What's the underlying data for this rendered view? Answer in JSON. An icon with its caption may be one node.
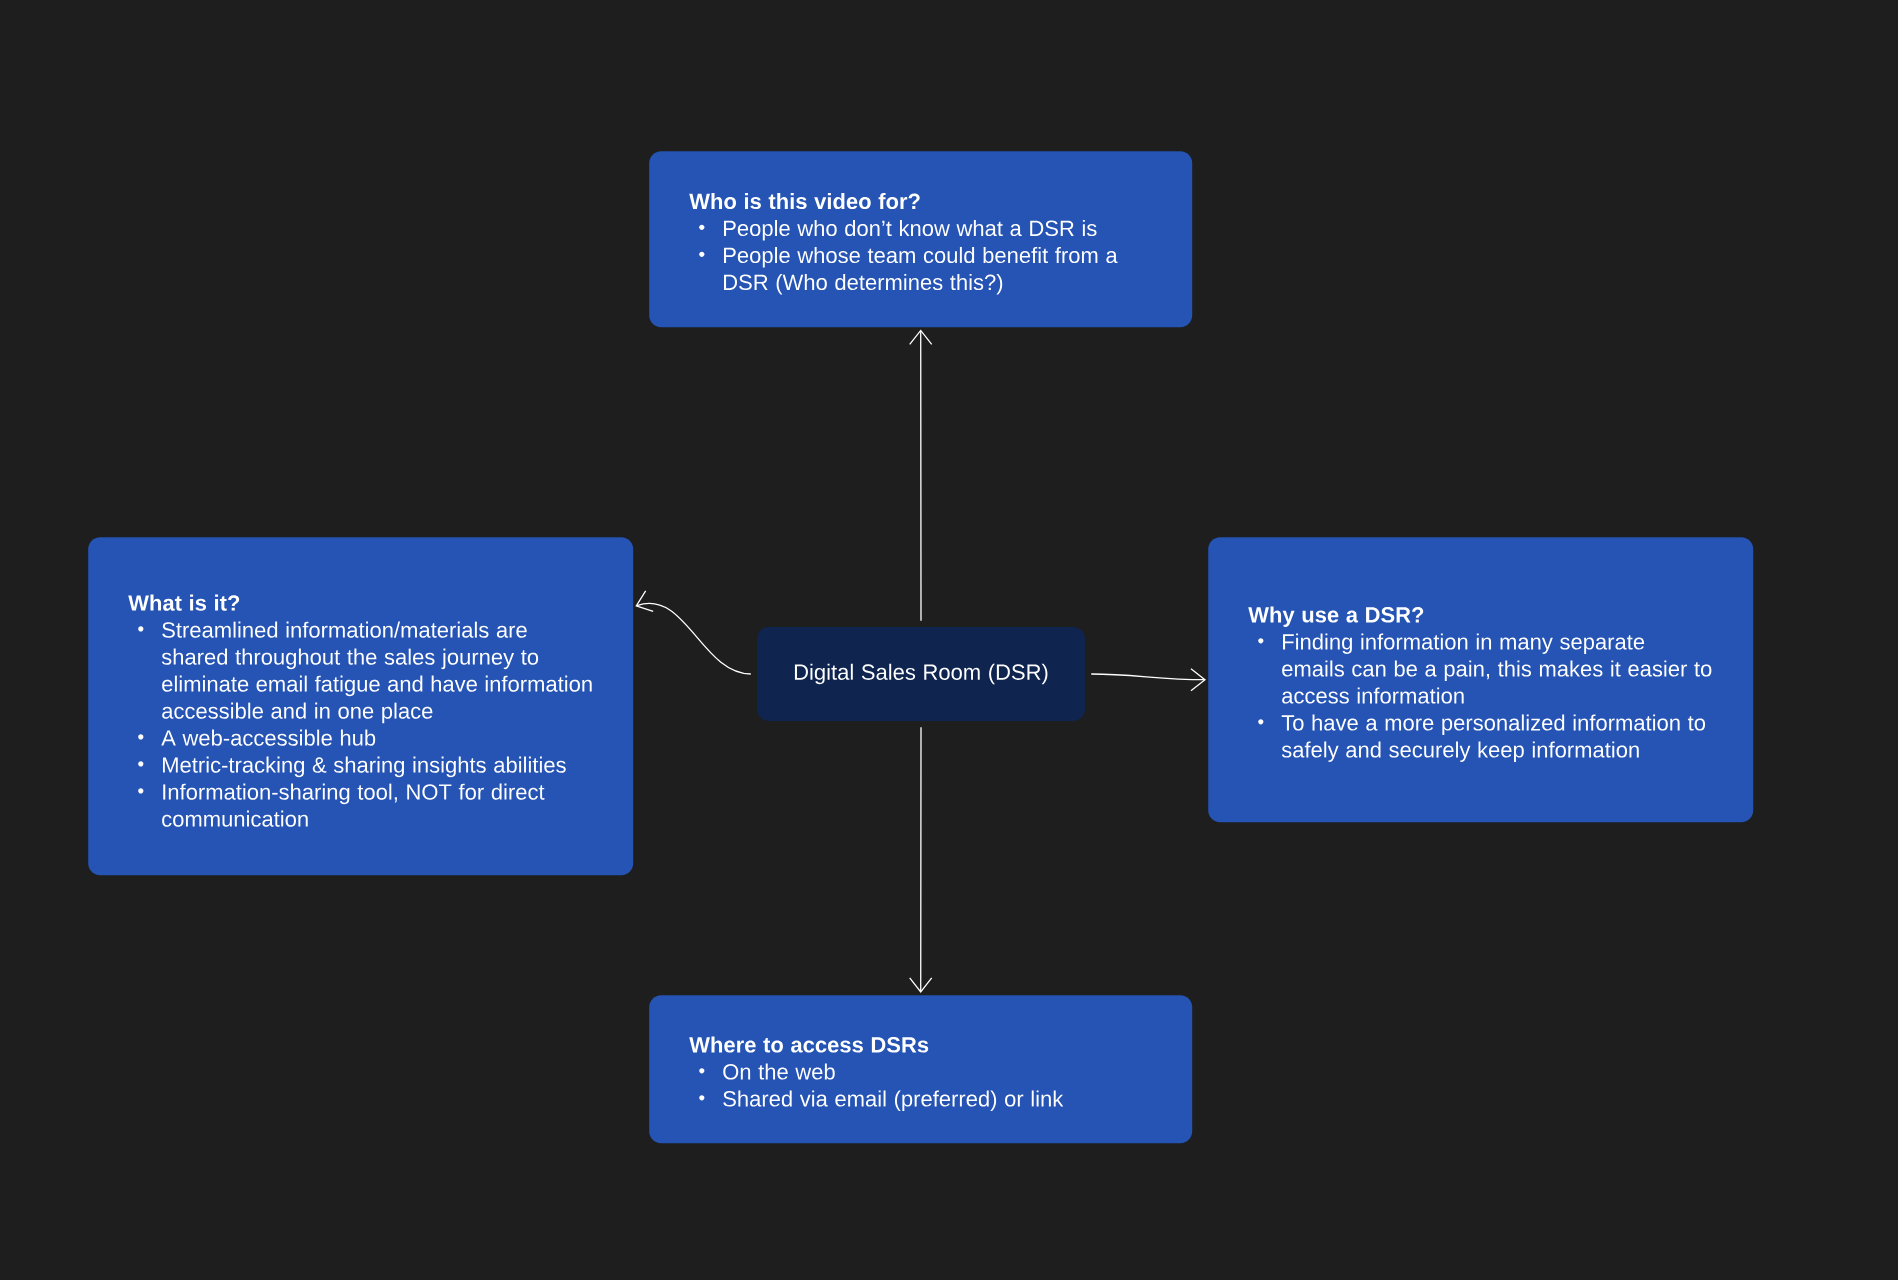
{
  "diagram": {
    "nodes": [
      {
        "text": [
          "Who is this video for?",
          "People who don’t know what a DSR is",
          "People whose team could benefit from a DSR (Who determines this?)"
        ]
      },
      {
        "text": [
          "What is it?",
          "Streamlined information/materials are shared throughout the sales journey to eliminate email fatigue and have information accessible and in one place",
          "A web-accessible hub",
          "Metric-tracking & sharing insights abilities",
          "Information-sharing tool, NOT for direct communication"
        ]
      },
      {
        "text": [
          "Digital Sales Room (DSR)"
        ]
      },
      {
        "text": [
          "Why use a DSR?",
          "Finding information in many separate emails can be a pain, this makes it easier to access information",
          "To have a more personalized information to safely and securely keep information"
        ]
      },
      {
        "text": [
          "Where to access DSRs",
          "On the web",
          "Shared via email (preferred) or link"
        ]
      }
    ],
    "edges": [
      {
        "from": 2,
        "to": 0,
        "arrow": "to"
      },
      {
        "from": 2,
        "to": 1,
        "arrow": "to"
      },
      {
        "from": 2,
        "to": 3,
        "arrow": "to"
      },
      {
        "from": 2,
        "to": 4,
        "arrow": "to"
      }
    ]
  }
}
